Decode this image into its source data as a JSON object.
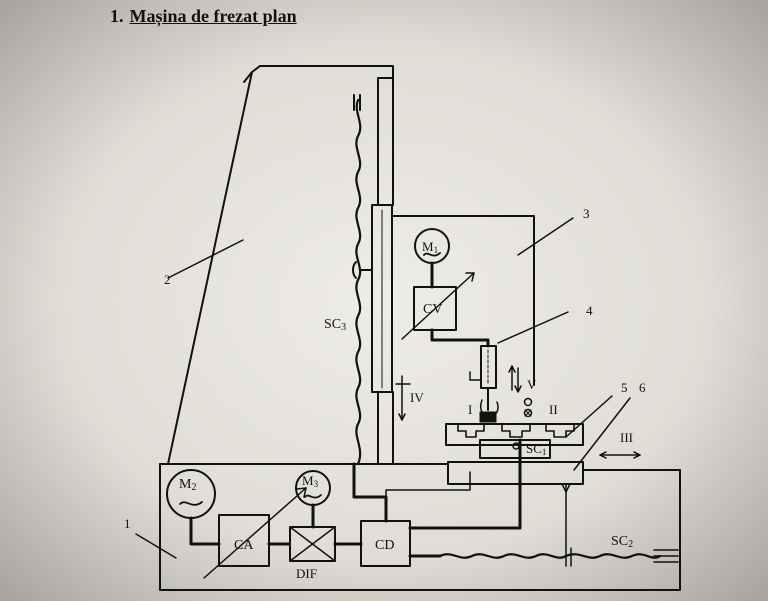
{
  "title": {
    "number": "1.",
    "text": "Mașina de frezat plan"
  },
  "labels": {
    "n1": "1",
    "n2": "2",
    "n3": "3",
    "n4": "4",
    "n5": "5",
    "n6": "6",
    "M1": "M",
    "M1_sub": "1",
    "M2": "M",
    "M2_sub": "2",
    "M3": "M",
    "M3_sub": "3",
    "CV": "CV",
    "CA": "CA",
    "CD": "CD",
    "DIF": "DIF",
    "SC1": "SC",
    "SC1_sub": "1",
    "SC2": "SC",
    "SC2_sub": "2",
    "SC3": "SC",
    "SC3_sub": "3",
    "I": "I",
    "II": "II",
    "III": "III",
    "IV": "IV",
    "V": "V"
  },
  "symbols": {
    "motor": "~-icon",
    "differential": "cross-box-icon"
  }
}
